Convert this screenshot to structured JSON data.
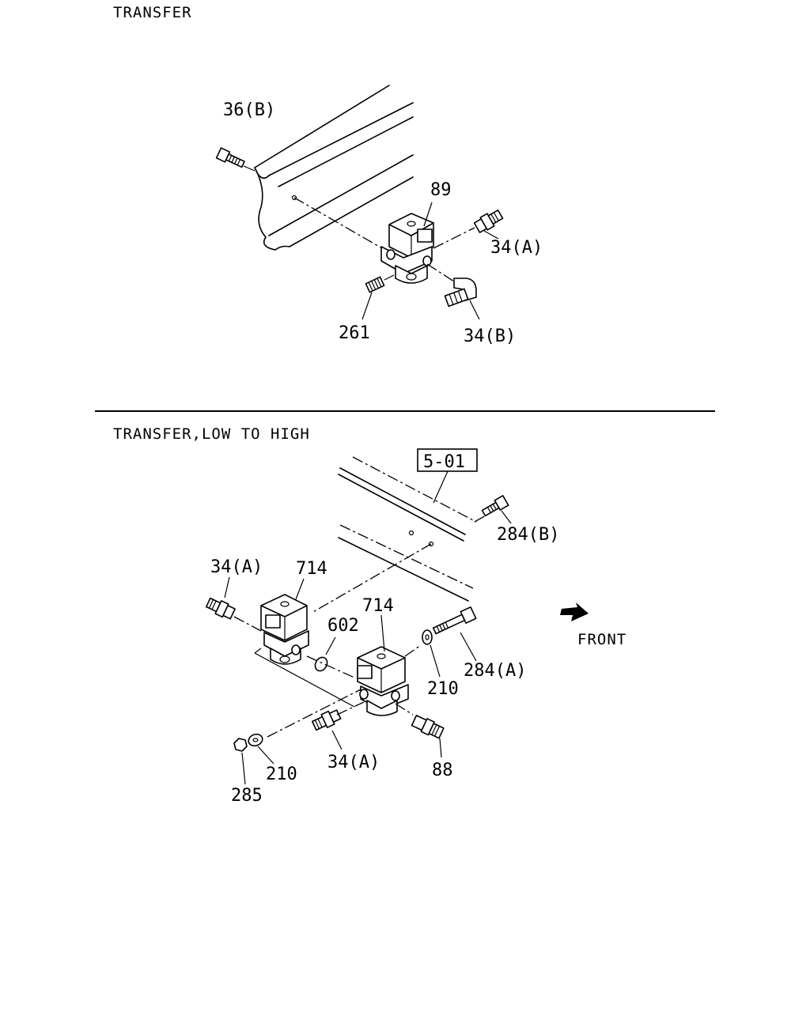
{
  "sections": [
    {
      "title": "TRANSFER",
      "callouts": {
        "c1": "36(B)",
        "c2": "89",
        "c3": "34(A)",
        "c4": "261",
        "c5": "34(B)"
      }
    },
    {
      "title": "TRANSFER,LOW TO HIGH",
      "reference_box": "5-01",
      "direction_label": "FRONT",
      "callouts": {
        "c1": "284(B)",
        "c2": "34(A)",
        "c3": "714",
        "c4": "714",
        "c5": "602",
        "c6": "210",
        "c7": "284(A)",
        "c8": "210",
        "c9": "285",
        "c10": "34(A)",
        "c11": "88"
      }
    }
  ],
  "icons": [
    "bolt-icon",
    "solenoid-valve-icon",
    "fitting-icon",
    "washer-icon",
    "nut-icon",
    "o-ring-icon",
    "front-arrow-icon"
  ]
}
